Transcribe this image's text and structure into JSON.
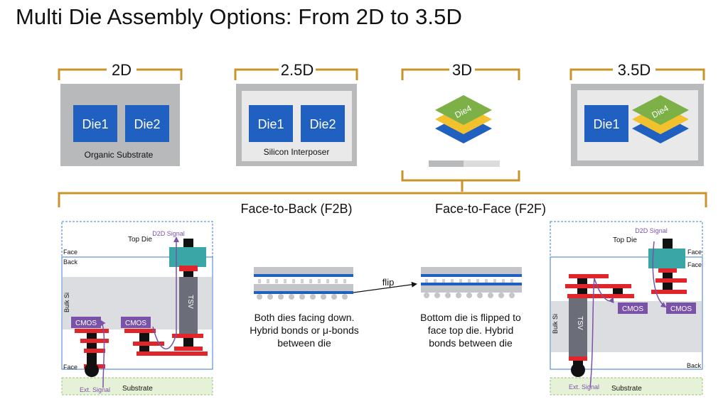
{
  "title": "Multi Die Assembly Options: From 2D to 3.5D",
  "options": [
    {
      "label": "2D",
      "dies": [
        "Die1",
        "Die2"
      ],
      "substrate": "Organic Substrate"
    },
    {
      "label": "2.5D",
      "dies": [
        "Die1",
        "Die2"
      ],
      "substrate": "Silicon Interposer"
    },
    {
      "label": "3D",
      "stack_label": "Die4"
    },
    {
      "label": "3.5D",
      "dies": [
        "Die1"
      ],
      "stack_label": "Die4"
    }
  ],
  "f2b": {
    "heading": "Face-to-Back (F2B)",
    "top_die": "Top Die",
    "d2d_signal": "D2D Signal",
    "face_top": "Face",
    "back": "Back",
    "bulk_si": "Bulk Si",
    "cmos_left": "CMOS",
    "cmos_right": "CMOS",
    "tsv": "TSV",
    "face_bottom": "Face",
    "ext_signal": "Ext. Signal",
    "substrate": "Substrate",
    "description": [
      "Both dies facing down.",
      "Hybrid bonds or μ-bonds",
      "between die"
    ]
  },
  "f2f": {
    "heading": "Face-to-Face (F2F)",
    "top_die": "Top Die",
    "d2d_signal": "D2D Signal",
    "face_1": "Face",
    "face_2": "Face",
    "bulk_si": "Bulk Si",
    "cmos_left": "CMOS",
    "cmos_right": "CMOS",
    "tsv": "TSV",
    "back": "Back",
    "ext_signal": "Ext. Signal",
    "substrate": "Substrate",
    "description": [
      "Bottom die is flipped to",
      "face top die. Hybrid",
      "bonds between die"
    ]
  },
  "flip_label": "flip",
  "colors": {
    "die_blue": "#2060c0",
    "bracket": "#c8942a",
    "purple": "#7a52a8",
    "teal": "#3aa6a6",
    "red_bond": "#e0262a",
    "bulk_gray": "#dcdde0",
    "substrate_green": "#e6f2d8",
    "outline_blue": "#3e7ad6"
  }
}
